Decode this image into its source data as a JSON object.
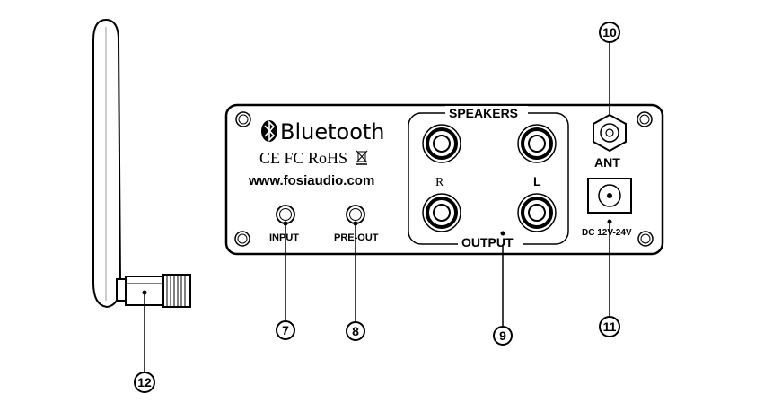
{
  "panel": {
    "brand_label": "Bluetooth",
    "certifications": "CE FC RoHS",
    "website": "www.fosiaudio.com",
    "input_label": "INPUT",
    "preout_label": "PRE-OUT",
    "speakers_label": "SPEAKERS",
    "output_label": "OUTPUT",
    "right_label": "R",
    "left_label": "L",
    "antenna_label": "ANT",
    "power_label": "DC 12V-24V"
  },
  "callouts": [
    "7",
    "8",
    "9",
    "10",
    "11",
    "12"
  ],
  "icons": {
    "bluetooth": "bluetooth-icon",
    "antenna": "antenna-icon",
    "weee": "weee-bin-icon"
  }
}
